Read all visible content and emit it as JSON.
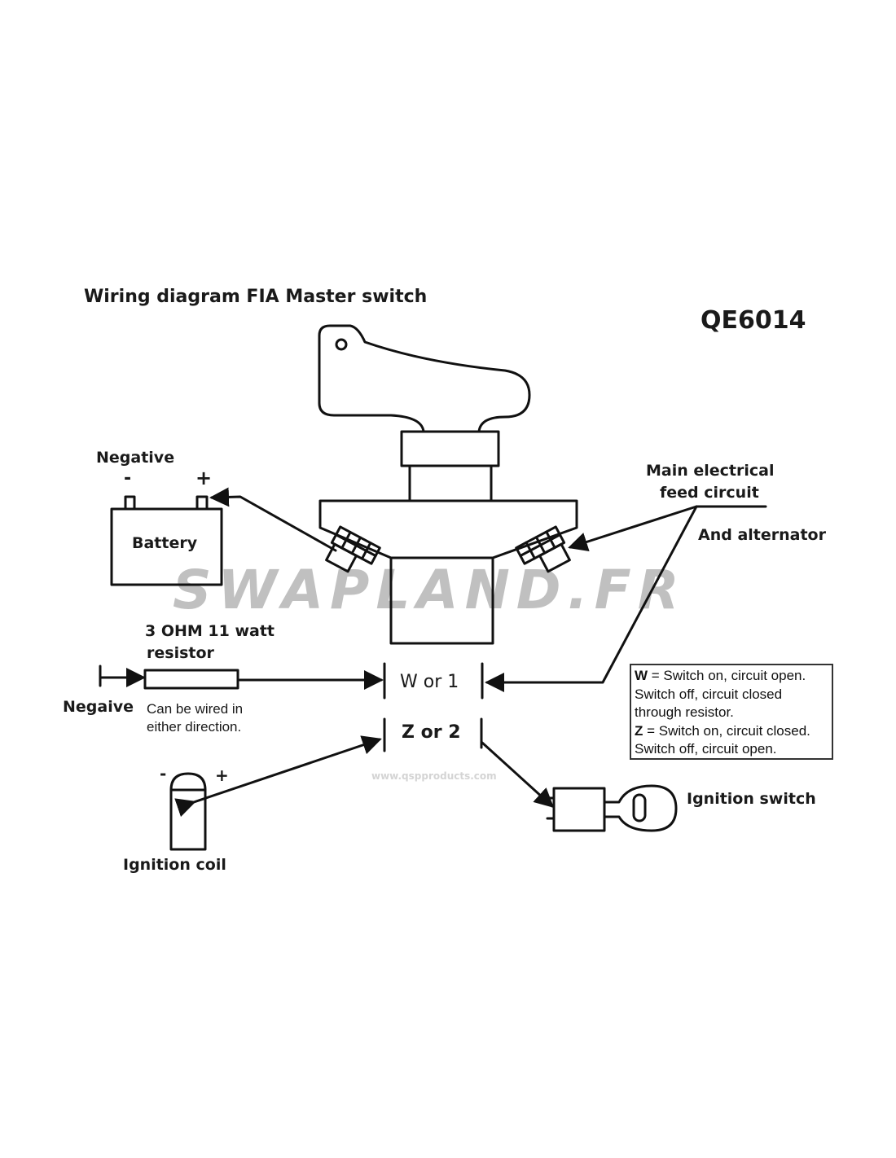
{
  "title": "Wiring diagram FIA Master switch",
  "part_number": "QE6014",
  "battery": {
    "label": "Battery",
    "negative_label": "Negative",
    "minus": "-",
    "plus": "+"
  },
  "feed": {
    "line1": "Main electrical",
    "line2": "feed circuit",
    "alternator": "And alternator"
  },
  "resistor": {
    "line1": "3 OHM 11 watt",
    "line2": "resistor",
    "note1": "Can be wired in",
    "note2": "either direction.",
    "negative": "Negaive"
  },
  "terminals": {
    "w": "W or 1",
    "z": "Z or 2"
  },
  "legend": {
    "w_key": "W",
    "w_text": " = Switch on, circuit open.",
    "w_line2": "Switch off, circuit closed",
    "w_line3": "through resistor.",
    "z_key": "Z",
    "z_text": " = Switch on, circuit closed.",
    "z_line2": "Switch off, circuit open."
  },
  "coil": {
    "label": "Ignition coil",
    "minus": "-",
    "plus": "+"
  },
  "ignition_switch": {
    "label": "Ignition switch"
  },
  "watermark": "SWAPLAND.FR",
  "watermark_url": "www.qspproducts.com"
}
